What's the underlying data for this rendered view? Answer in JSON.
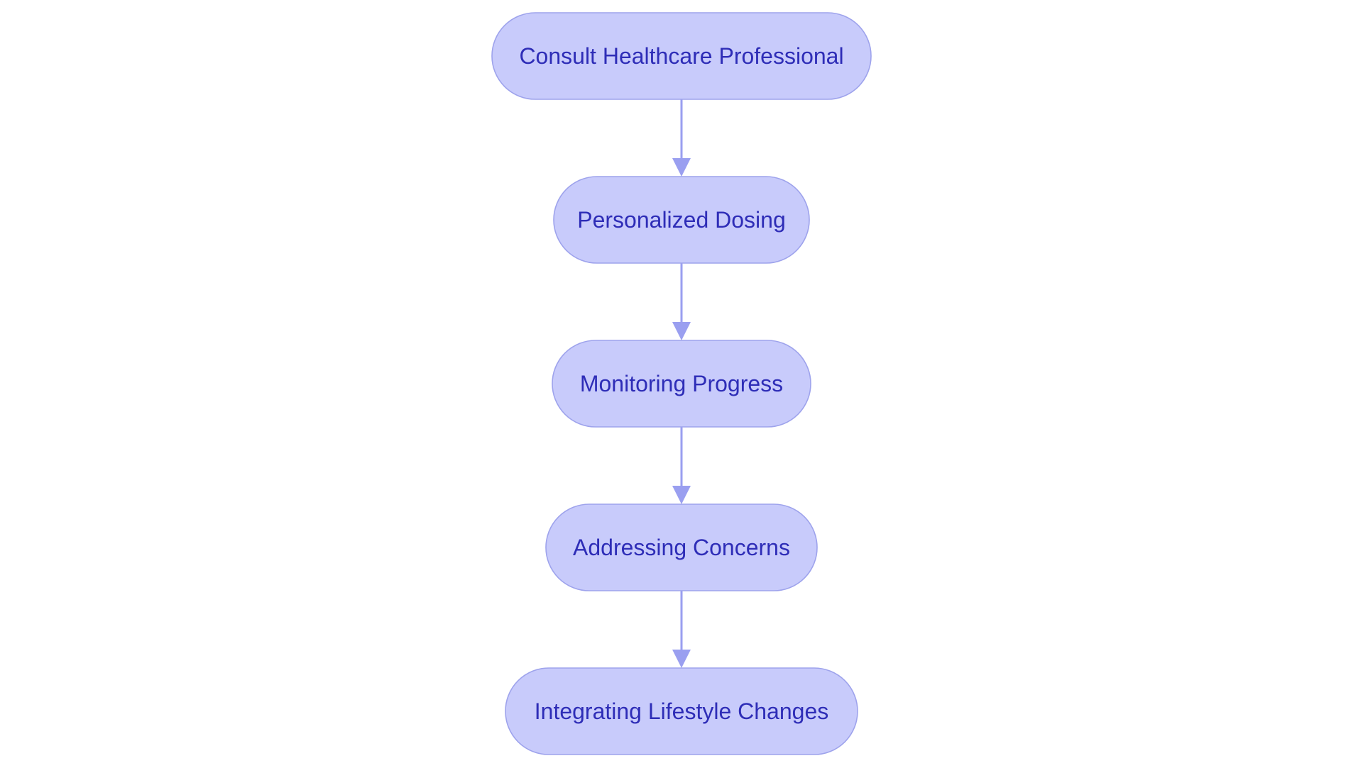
{
  "diagram": {
    "type": "flowchart",
    "direction": "top-to-bottom",
    "node_shape": "stadium",
    "colors": {
      "background": "#ffffff",
      "node_fill": "#c8cbfb",
      "node_stroke": "#9ea3ec",
      "node_text": "#2e2db7",
      "edge": "#9a9ff0"
    },
    "nodes": [
      {
        "id": "n1",
        "label": "Consult Healthcare Professional"
      },
      {
        "id": "n2",
        "label": "Personalized Dosing"
      },
      {
        "id": "n3",
        "label": "Monitoring Progress"
      },
      {
        "id": "n4",
        "label": "Addressing Concerns"
      },
      {
        "id": "n5",
        "label": "Integrating Lifestyle Changes"
      }
    ],
    "edges": [
      {
        "from": "n1",
        "to": "n2"
      },
      {
        "from": "n2",
        "to": "n3"
      },
      {
        "from": "n3",
        "to": "n4"
      },
      {
        "from": "n4",
        "to": "n5"
      }
    ]
  }
}
